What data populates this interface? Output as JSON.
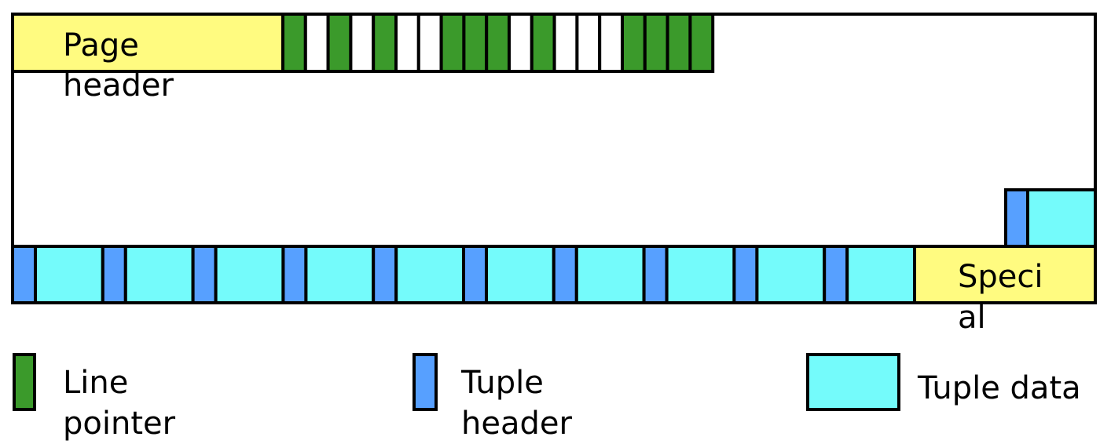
{
  "labels": {
    "page_header_line1": "Page",
    "page_header_line2": "header",
    "special_line1": "Speci",
    "special_line2": "al"
  },
  "line_pointer_slots": [
    "green",
    "white",
    "green",
    "white",
    "green",
    "white",
    "white",
    "green",
    "green",
    "green",
    "white",
    "green",
    "white",
    "white",
    "white",
    "green",
    "green",
    "green",
    "green"
  ],
  "tuple_count_bottom_row": 10,
  "legend": [
    {
      "key": "line-pointer",
      "line1": "Line",
      "line2": "pointer",
      "swatch": "green"
    },
    {
      "key": "tuple-header",
      "line1": "Tuple",
      "line2": "header",
      "swatch": "blue"
    },
    {
      "key": "tuple-data",
      "line1": "Tuple data",
      "line2": "",
      "swatch": "cyan"
    }
  ],
  "colors": {
    "page_header": "#fffb80",
    "line_pointer": "#3b9a2b",
    "tuple_header": "#57a0ff",
    "tuple_data": "#74fbfb",
    "special": "#fffb80",
    "outline": "#000000",
    "empty": "#ffffff"
  }
}
